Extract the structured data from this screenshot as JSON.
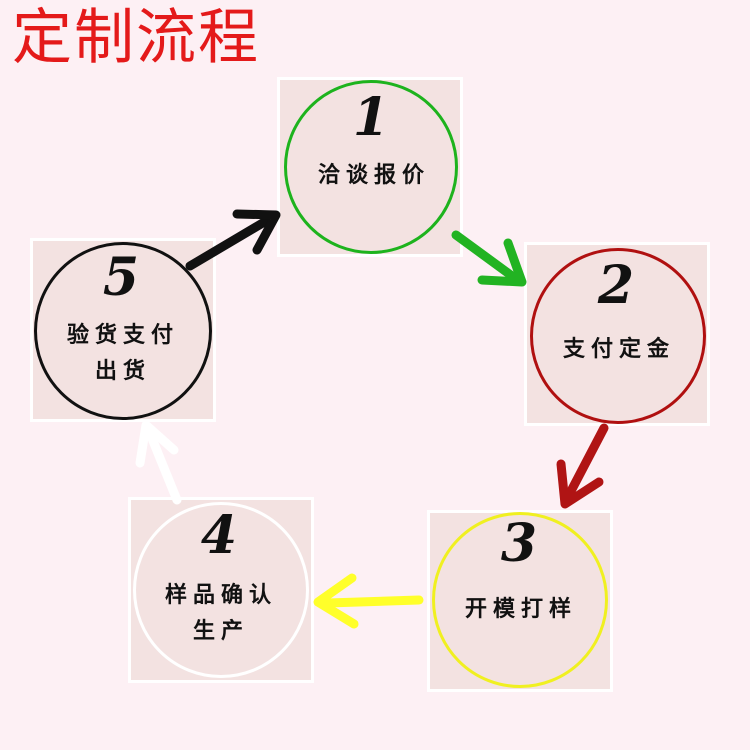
{
  "title": "定制流程",
  "steps": [
    {
      "number": "1",
      "line1": "洽谈报价",
      "line2": "",
      "circle_color": "#1db31d"
    },
    {
      "number": "2",
      "line1": "支付定金",
      "line2": "",
      "circle_color": "#b01010"
    },
    {
      "number": "3",
      "line1": "开模打样",
      "line2": "",
      "circle_color": "#f0f020"
    },
    {
      "number": "4",
      "line1": "样品确认",
      "line2": "生产",
      "circle_color": "#ffffff"
    },
    {
      "number": "5",
      "line1": "验货支付",
      "line2": "出货",
      "circle_color": "#111111"
    }
  ],
  "arrow_colors": {
    "step1_to_step2": "#22b322",
    "step2_to_step3": "#b01414",
    "step3_to_step4": "#ffff2a",
    "step4_to_step5": "#ffffff",
    "step5_to_step1": "#111111"
  }
}
